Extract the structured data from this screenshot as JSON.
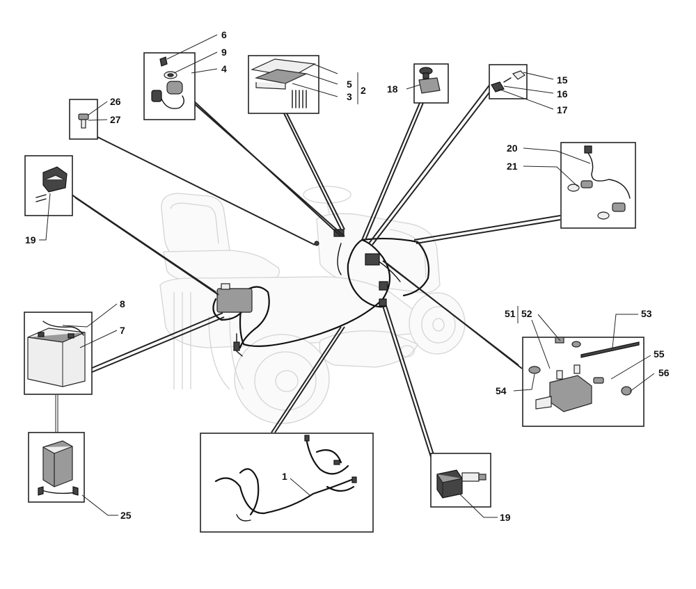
{
  "callouts": {
    "c1": "1",
    "c2": "2",
    "c3": "3",
    "c4": "4",
    "c5": "5",
    "c6": "6",
    "c7": "7",
    "c8": "8",
    "c9": "9",
    "c15": "15",
    "c16": "16",
    "c17": "17",
    "c18": "18",
    "c19a": "19",
    "c19b": "19",
    "c20": "20",
    "c21": "21",
    "c25": "25",
    "c26": "26",
    "c27": "27",
    "c51": "51",
    "c52": "52",
    "c53": "53",
    "c54": "54",
    "c55": "55",
    "c56": "56"
  }
}
